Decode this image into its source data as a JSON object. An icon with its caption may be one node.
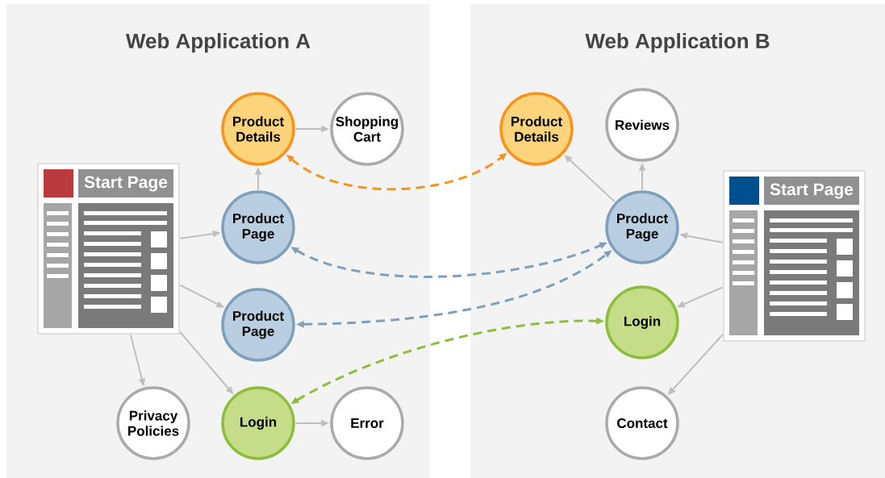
{
  "diagram": {
    "nodes": [
      {
        "text": [
          "Web Application A"
        ]
      },
      {
        "text": [
          "Start Page"
        ],
        "in": 0
      },
      {
        "text": [
          "Product Details"
        ],
        "in": 0
      },
      {
        "text": [
          "Shopping Cart"
        ],
        "in": 0
      },
      {
        "text": [
          "Product Page"
        ],
        "in": 0
      },
      {
        "text": [
          "Product Page"
        ],
        "in": 0
      },
      {
        "text": [
          "Privacy Policies"
        ],
        "in": 0
      },
      {
        "text": [
          "Login"
        ],
        "in": 0
      },
      {
        "text": [
          "Error"
        ],
        "in": 0
      },
      {
        "text": [
          "Web Application B"
        ]
      },
      {
        "text": [
          "Product Details"
        ],
        "in": 9
      },
      {
        "text": [
          "Reviews"
        ],
        "in": 9
      },
      {
        "text": [
          "Start Page"
        ],
        "in": 9
      },
      {
        "text": [
          "Product Page"
        ],
        "in": 9
      },
      {
        "text": [
          "Login"
        ],
        "in": 9
      },
      {
        "text": [
          "Contact"
        ],
        "in": 9
      }
    ],
    "edges": [
      {
        "from": 1,
        "to": 4,
        "arrow": "to"
      },
      {
        "from": 1,
        "to": 5,
        "arrow": "to"
      },
      {
        "from": 1,
        "to": 6,
        "arrow": "to"
      },
      {
        "from": 1,
        "to": 7,
        "arrow": "to"
      },
      {
        "from": 4,
        "to": 2,
        "arrow": "to"
      },
      {
        "from": 2,
        "to": 3,
        "arrow": "to"
      },
      {
        "from": 7,
        "to": 8,
        "arrow": "to"
      },
      {
        "from": 13,
        "to": 10,
        "arrow": "to"
      },
      {
        "from": 13,
        "to": 11,
        "arrow": "to"
      },
      {
        "from": 12,
        "to": 13,
        "arrow": "to"
      },
      {
        "from": 12,
        "to": 14,
        "arrow": "to"
      },
      {
        "from": 12,
        "to": 15,
        "arrow": "to"
      },
      {
        "from": 2,
        "to": 10,
        "arrow": "both",
        "style": "dashed",
        "color": "#f7941d"
      },
      {
        "from": 4,
        "to": 13,
        "arrow": "both",
        "style": "dashed",
        "color": "#7f9fba"
      },
      {
        "from": 5,
        "to": 13,
        "arrow": "both",
        "style": "dashed",
        "color": "#7f9fba"
      },
      {
        "from": 7,
        "to": 14,
        "arrow": "both",
        "style": "dashed",
        "color": "#8dbd3a"
      }
    ]
  }
}
